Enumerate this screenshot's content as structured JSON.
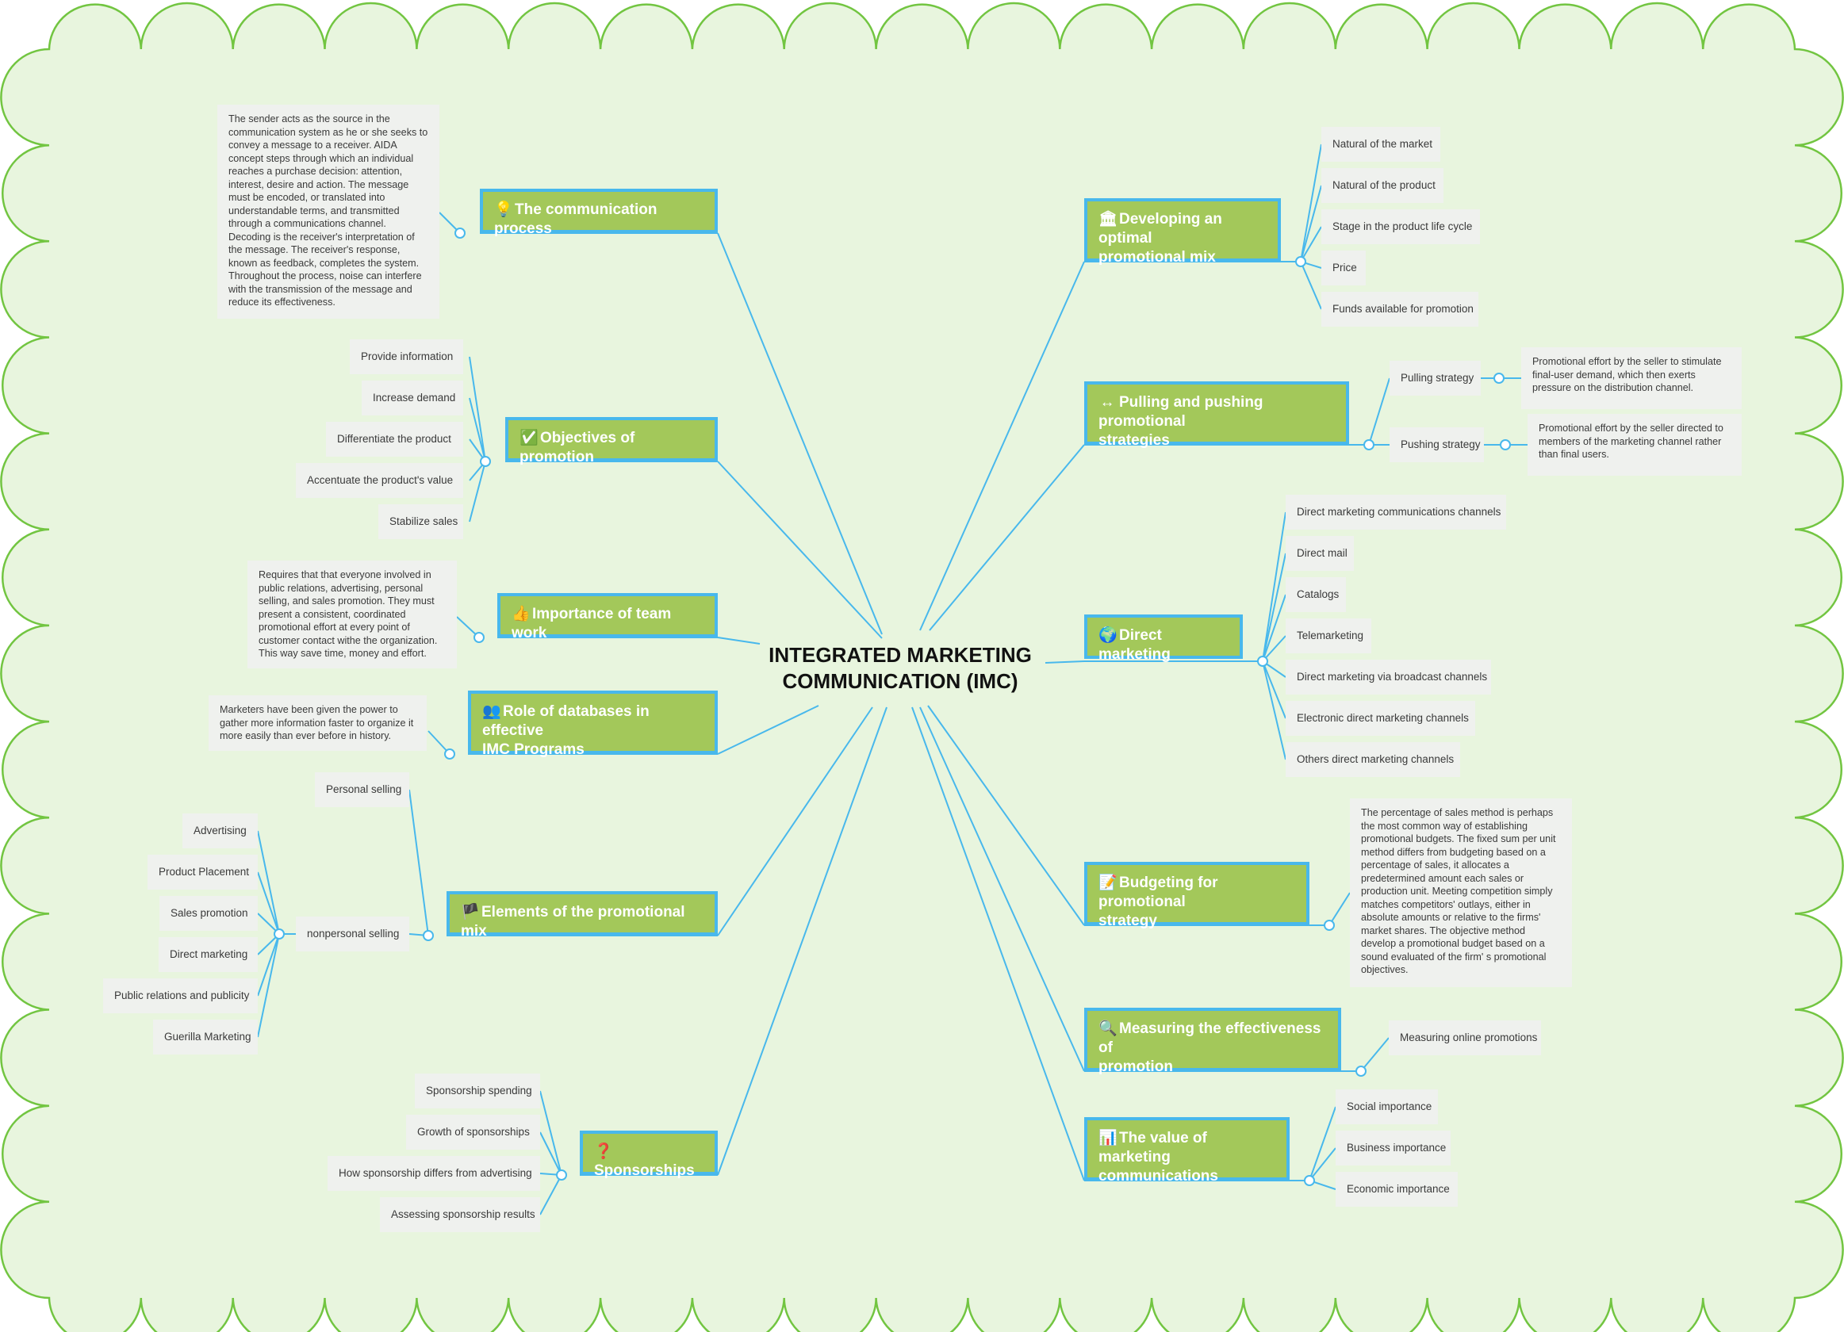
{
  "central": {
    "line1": "INTEGRATED MARKETING",
    "line2": "COMMUNICATION (IMC)"
  },
  "colors": {
    "background": "#e8f5de",
    "border": "#72c541",
    "branch_fill": "#a3c85a",
    "branch_border": "#48b8ec",
    "connector": "#48b8ec",
    "leaf_fill": "#eff1ee"
  },
  "left": {
    "communication_process": {
      "icon": "lamp-icon",
      "label": "The communication process",
      "note": "The sender acts as the source in the communication system as he or she seeks to convey a message to a receiver. AIDA concept steps through which an individual reaches a purchase decision: attention, interest, desire and action. The message must be encoded, or translated into understandable terms, and transmitted through a communications channel. Decoding is the receiver's interpretation of the message. The receiver's response, known as feedback, completes the system. Throughout the process, noise can interfere with the transmission of the message and reduce its effectiveness."
    },
    "objectives": {
      "icon": "checkmark-icon",
      "label": "Objectives of promotion",
      "items": [
        "Provide information",
        "Increase demand",
        "Differentiate the product",
        "Accentuate the product's value",
        "Stabilize sales"
      ]
    },
    "team_work": {
      "icon": "thumbs-up-icon",
      "label": "Importance of team work",
      "note": "Requires that that everyone involved in public relations, advertising, personal selling, and sales promotion. They must present a consistent, coordinated promotional effort at every point of customer contact withe the organization. This way save time, money and effort."
    },
    "databases": {
      "icon": "people-icon",
      "label1": "Role of databases in effective",
      "label2": "IMC Programs",
      "note": "Marketers have been given the power to gather more information faster to organize it more easily than ever before in history."
    },
    "elements": {
      "icon": "flag-icon",
      "label": "Elements of the promotional mix",
      "personal": "Personal selling",
      "nonpersonal": "nonpersonal selling",
      "nonpersonal_items": [
        "Advertising",
        "Product Placement",
        "Sales promotion",
        "Direct marketing",
        "Public relations and publicity",
        "Guerilla Marketing"
      ]
    },
    "sponsorships": {
      "icon": "question-icon",
      "label": "Sponsorships",
      "items": [
        "Sponsorship spending",
        "Growth of sponsorships",
        "How sponsorship differs from advertising",
        "Assessing sponsorship results"
      ]
    }
  },
  "right": {
    "optimal_mix": {
      "icon": "building-icon",
      "label1": "Developing an optimal",
      "label2": "promotional mix",
      "items": [
        "Natural of the market",
        "Natural of the product",
        "Stage in the product life cycle",
        "Price",
        "Funds available for promotion"
      ]
    },
    "pull_push": {
      "icon": "arrows-icon",
      "label1": "Pulling and pushing promotional",
      "label2": "strategies",
      "pulling": "Pulling strategy",
      "pushing": "Pushing strategy",
      "pulling_note": "Promotional effort by the seller to stimulate final-user demand, which then exerts pressure on the distribution channel.",
      "pushing_note": "Promotional effort by the seller directed to members of the marketing channel rather than final users."
    },
    "direct": {
      "icon": "globe-icon",
      "label": "Direct marketing",
      "items": [
        "Direct marketing communications channels",
        "Direct mail",
        "Catalogs",
        "Telemarketing",
        "Direct marketing via broadcast channels",
        "Electronic direct marketing channels",
        "Others direct marketing channels"
      ]
    },
    "budgeting": {
      "icon": "memo-icon",
      "label1": "Budgeting for promotional",
      "label2": "strategy",
      "note": "The percentage of sales method is perhaps the most common way of establishing promotional budgets. The fixed sum per unit method differs from budgeting based on a percentage of sales, it allocates a predetermined amount each sales or production unit. Meeting competition simply matches competitors' outlays, either in absolute amounts or relative to the firms' market shares. The objective method develop a promotional budget based on a sound evaluated of the firm' s promotional objectives."
    },
    "measuring": {
      "icon": "magnifier-icon",
      "label1": "Measuring the effectiveness of",
      "label2": "promotion",
      "items": [
        "Measuring online promotions"
      ]
    },
    "value": {
      "icon": "bar-chart-icon",
      "label1": "The value of  marketing",
      "label2": "communications",
      "items": [
        "Social importance",
        "Business importance",
        "Economic importance"
      ]
    }
  }
}
